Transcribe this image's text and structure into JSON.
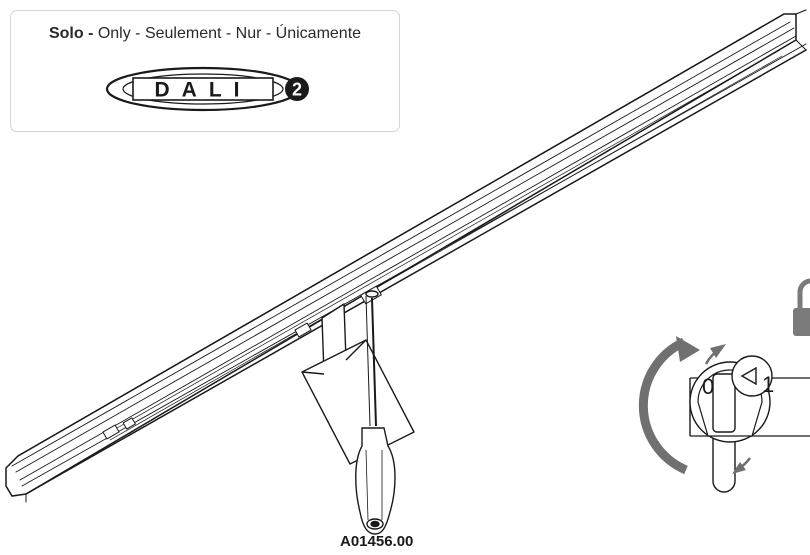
{
  "info_box": {
    "solo_bold": "Solo -",
    "solo_rest": " Only - Seulement - Nur - Únicamente",
    "logo_text": "DALI",
    "logo_suffix": "2"
  },
  "switch": {
    "label_off": "0",
    "label_on": "1"
  },
  "drawing_code": "A01456.00",
  "icons": [
    "dali-logo",
    "screwdriver-icon",
    "padlock-icon",
    "rotary-switch-icon",
    "rotation-arrow-icon"
  ],
  "colors": {
    "line": "#1a1a1a",
    "arrow": "#707070",
    "padlock": "#7a7a7a",
    "box_border": "#d4d4d4"
  }
}
